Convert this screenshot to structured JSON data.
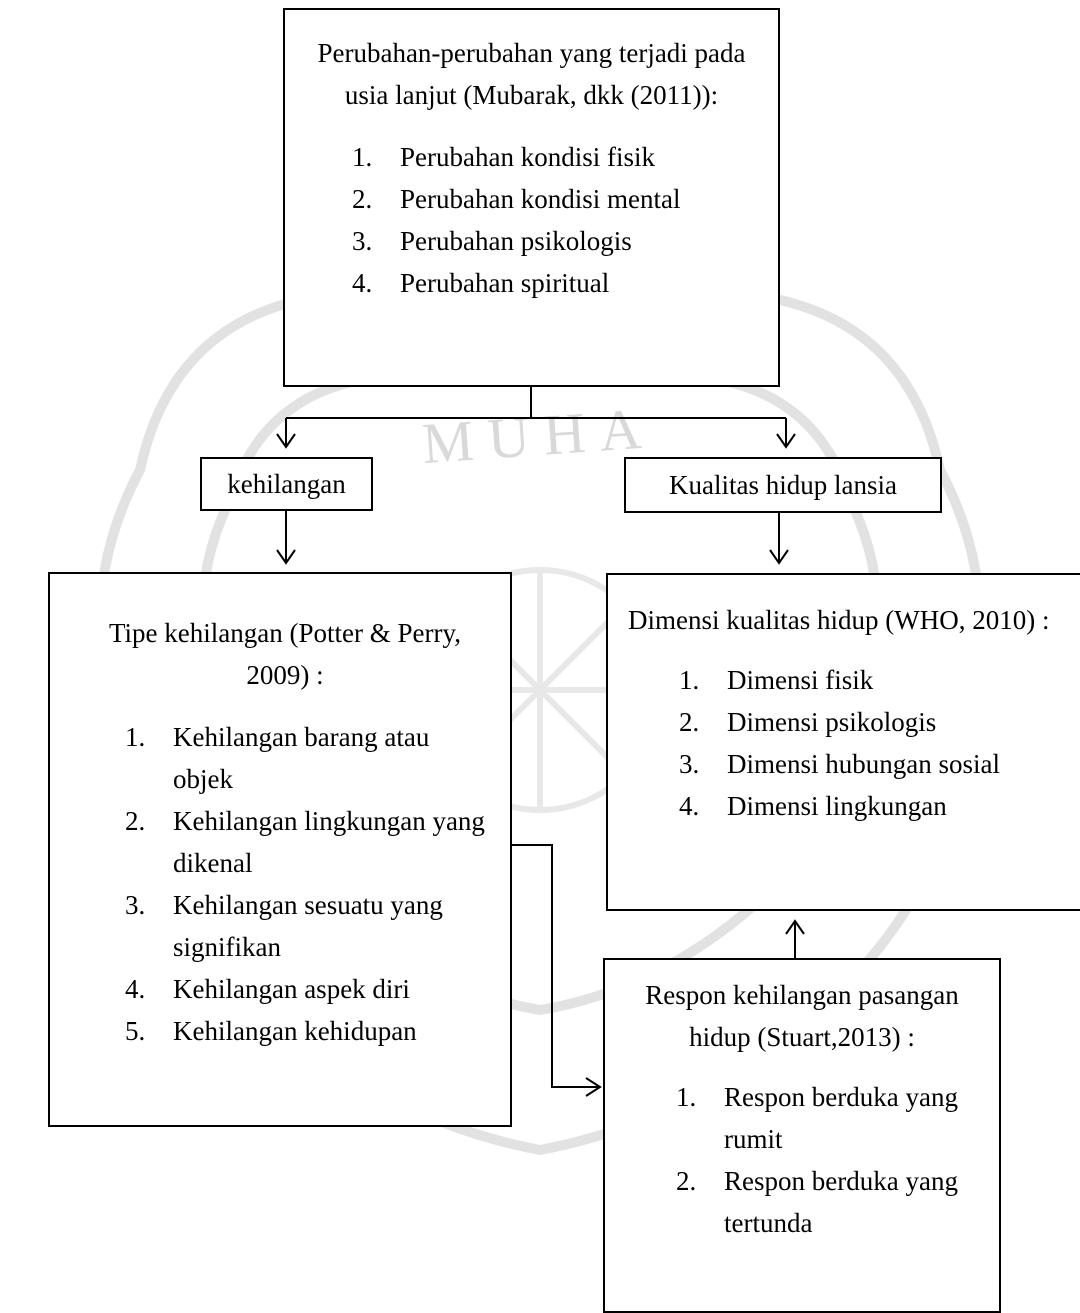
{
  "diagram": {
    "top": {
      "title": "Perubahan-perubahan yang terjadi pada usia lanjut (Mubarak, dkk (2011)):",
      "items": [
        {
          "num": "1.",
          "text": "Perubahan kondisi fisik"
        },
        {
          "num": "2.",
          "text": "Perubahan kondisi mental"
        },
        {
          "num": "3.",
          "text": "Perubahan psikologis"
        },
        {
          "num": "4.",
          "text": "Perubahan spiritual"
        }
      ]
    },
    "kehilangan": {
      "label": "kehilangan"
    },
    "kualitas": {
      "label": "Kualitas hidup lansia"
    },
    "tipe": {
      "title": "Tipe kehilangan (Potter & Perry, 2009) :",
      "items": [
        {
          "num": "1.",
          "text": "Kehilangan barang atau objek"
        },
        {
          "num": "2.",
          "text": "Kehilangan lingkungan yang dikenal"
        },
        {
          "num": "3.",
          "text": "Kehilangan sesuatu yang signifikan"
        },
        {
          "num": "4.",
          "text": "Kehilangan aspek diri"
        },
        {
          "num": "5.",
          "text": "Kehilangan kehidupan"
        }
      ]
    },
    "dimensi": {
      "title": "Dimensi kualitas hidup (WHO, 2010) :",
      "items": [
        {
          "num": "1.",
          "text": "Dimensi fisik"
        },
        {
          "num": "2.",
          "text": "Dimensi psikologis"
        },
        {
          "num": "3.",
          "text": "Dimensi hubungan sosial"
        },
        {
          "num": "4.",
          "text": "Dimensi lingkungan"
        }
      ]
    },
    "respon": {
      "title": "Respon kehilangan pasangan hidup (Stuart,2013) :",
      "items": [
        {
          "num": "1.",
          "text": "Respon berduka yang rumit"
        },
        {
          "num": "2.",
          "text": "Respon berduka yang tertunda"
        }
      ]
    }
  },
  "watermark": {
    "text": "MUHA",
    "color": "#d9d9d9"
  }
}
